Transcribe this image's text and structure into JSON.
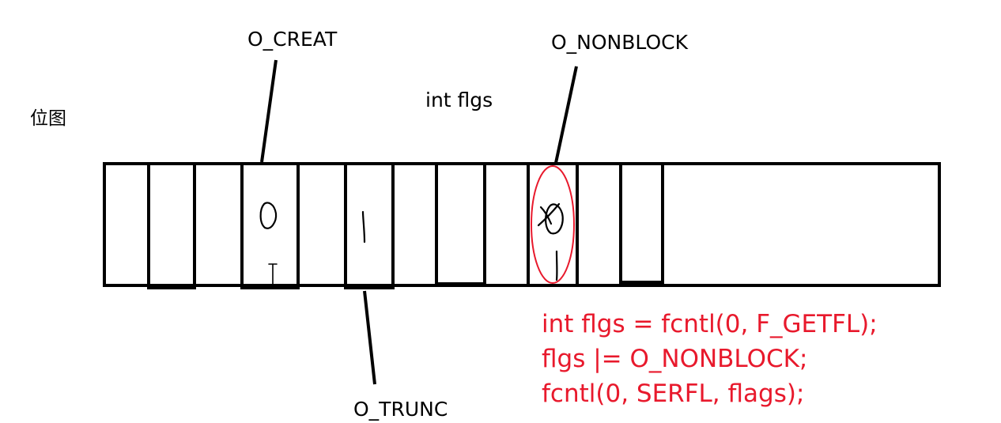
{
  "title_left": "位图",
  "variable_label": "int  flgs",
  "labels": {
    "creat": "O_CREAT",
    "nonblock": "O_NONBLOCK",
    "trunc": "O_TRUNC"
  },
  "bit_values": {
    "creat": "0",
    "trunc": "1",
    "nonblock_old": "0",
    "nonblock_new": "1"
  },
  "code_lines": [
    "int flgs = fcntl(0,  F_GETFL);",
    "flgs |= O_NONBLOCK;",
    "fcntl(0, SERFL, flags);"
  ],
  "colors": {
    "annotation": "#e8192c",
    "stroke": "#000000"
  }
}
